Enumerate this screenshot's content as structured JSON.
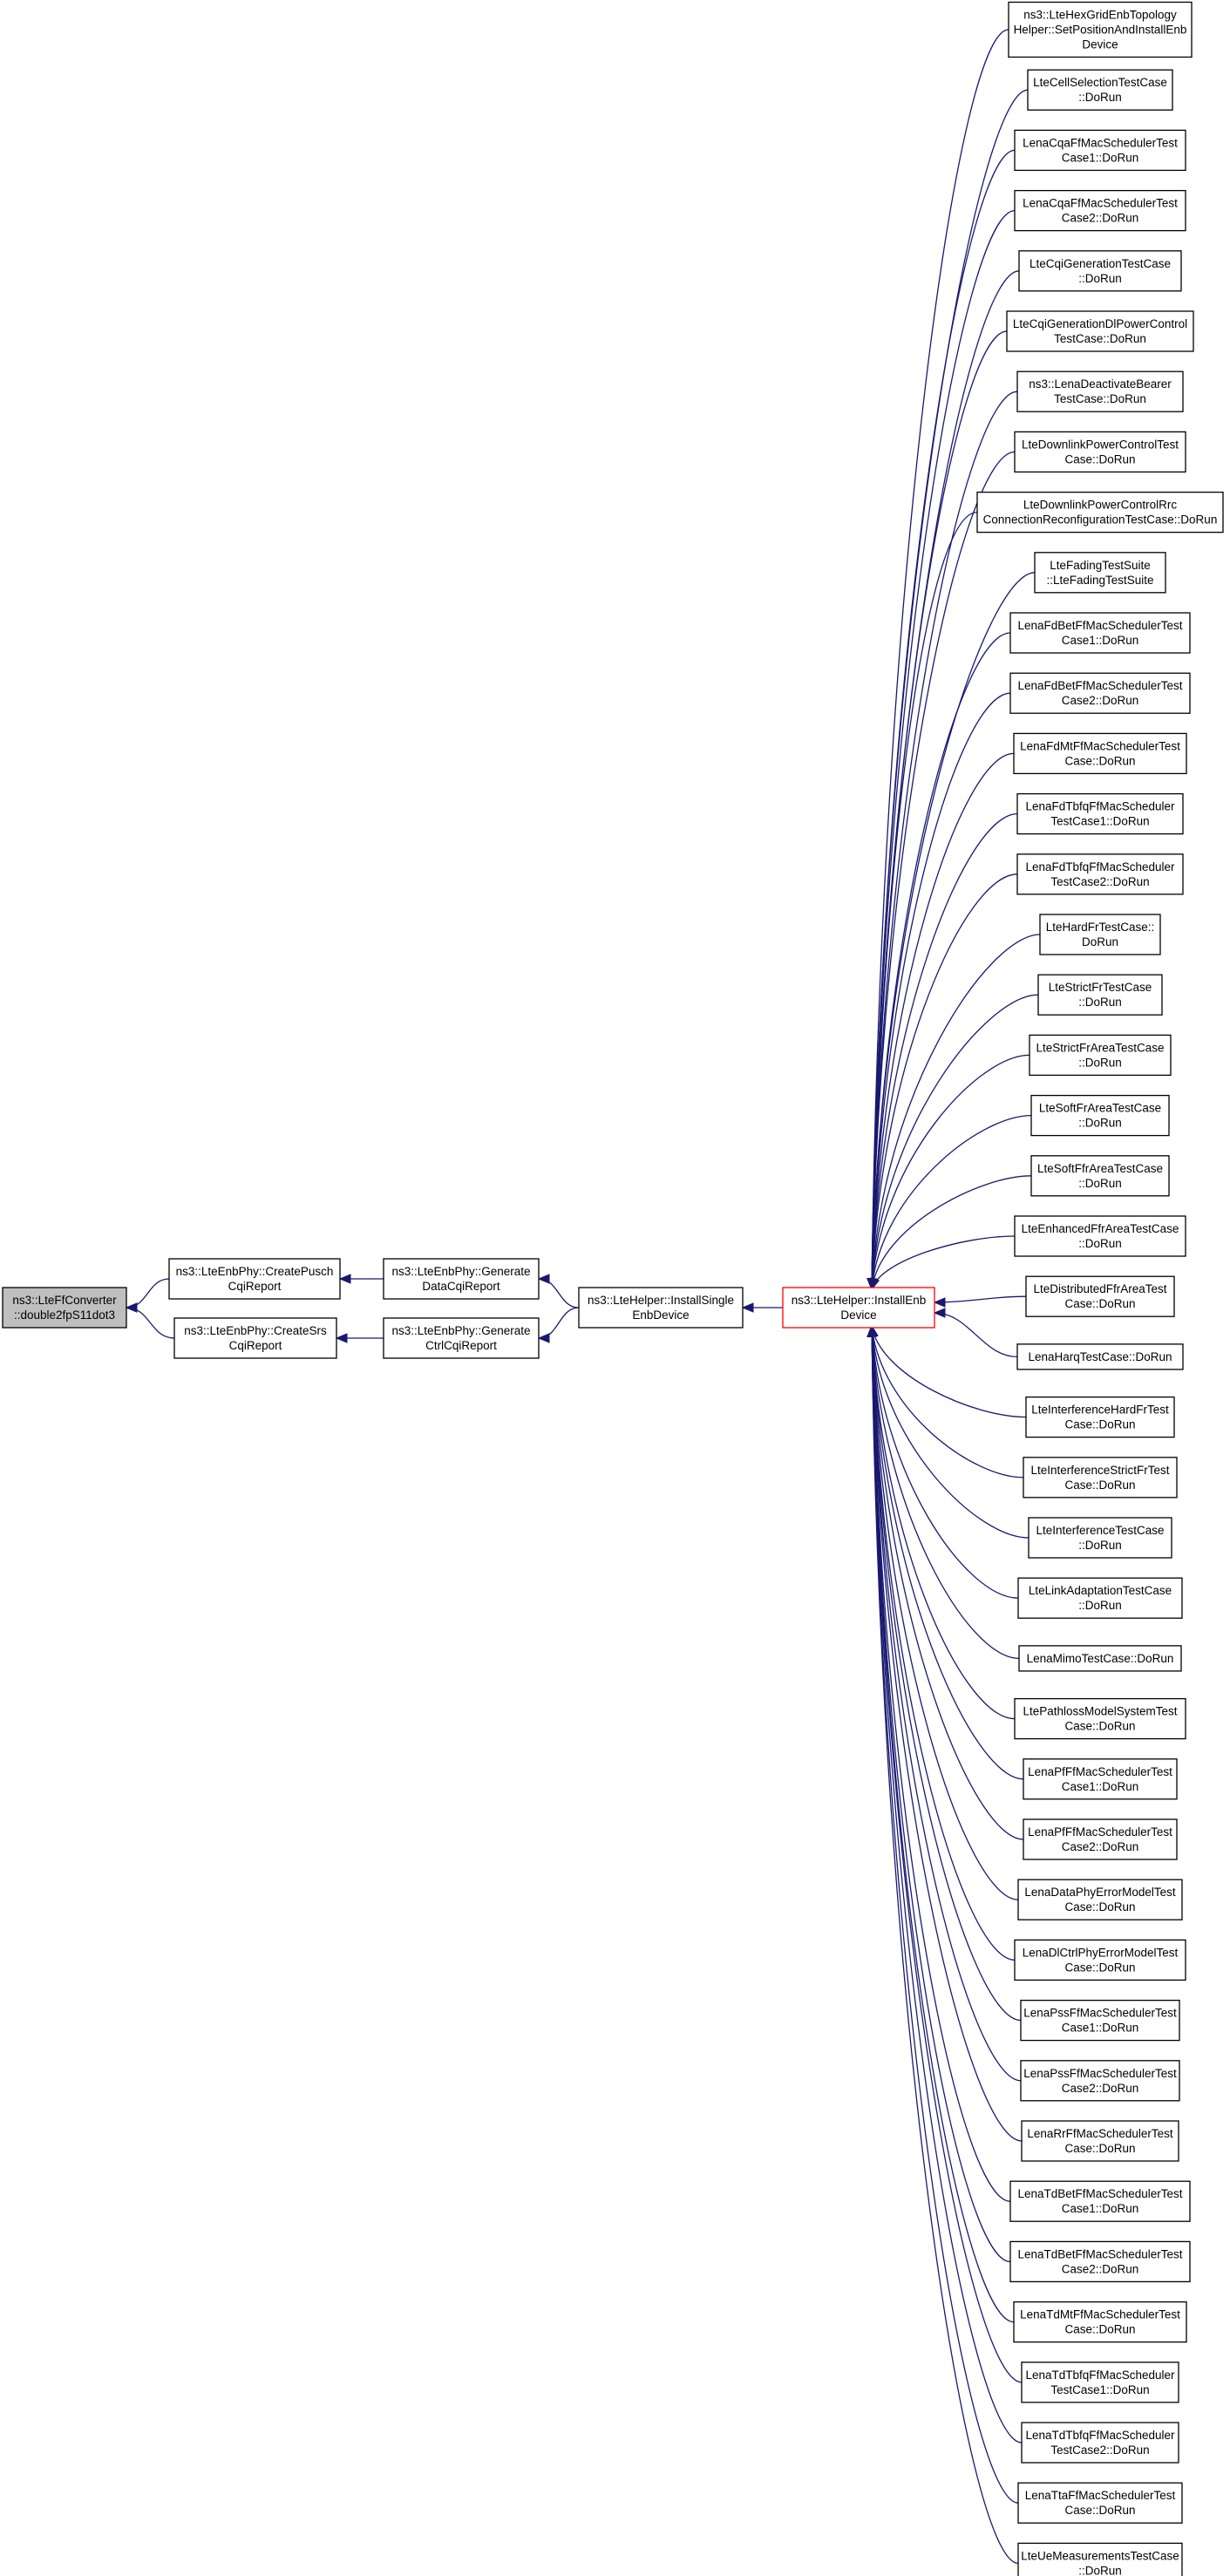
{
  "colors": {
    "edge": "#191970",
    "node_border": "#000000",
    "node_fill": "#ffffff",
    "root_fill": "#bfbfbf",
    "focus_border": "#ff0000",
    "text": "#000000"
  },
  "nodes": [
    {
      "id": "root",
      "lines": [
        "ns3::LteFfConverter",
        "::double2fpS11dot3"
      ],
      "style": "root"
    },
    {
      "id": "pusch",
      "lines": [
        "ns3::LteEnbPhy::CreatePusch",
        "CqiReport"
      ]
    },
    {
      "id": "srs",
      "lines": [
        "ns3::LteEnbPhy::CreateSrs",
        "CqiReport"
      ]
    },
    {
      "id": "gendata",
      "lines": [
        "ns3::LteEnbPhy::Generate",
        "DataCqiReport"
      ]
    },
    {
      "id": "genctrl",
      "lines": [
        "ns3::LteEnbPhy::Generate",
        "CtrlCqiReport"
      ]
    },
    {
      "id": "single",
      "lines": [
        "ns3::LteHelper::InstallSingle",
        "EnbDevice"
      ]
    },
    {
      "id": "install",
      "lines": [
        "ns3::LteHelper::InstallEnb",
        "Device"
      ],
      "style": "focus"
    },
    {
      "id": "c0",
      "lines": [
        "ns3::LteHexGridEnbTopology",
        "Helper::SetPositionAndInstallEnb",
        "Device"
      ]
    },
    {
      "id": "c1",
      "lines": [
        "LteCellSelectionTestCase",
        "::DoRun"
      ]
    },
    {
      "id": "c2",
      "lines": [
        "LenaCqaFfMacSchedulerTest",
        "Case1::DoRun"
      ]
    },
    {
      "id": "c3",
      "lines": [
        "LenaCqaFfMacSchedulerTest",
        "Case2::DoRun"
      ]
    },
    {
      "id": "c4",
      "lines": [
        "LteCqiGenerationTestCase",
        "::DoRun"
      ]
    },
    {
      "id": "c5",
      "lines": [
        "LteCqiGenerationDlPowerControl",
        "TestCase::DoRun"
      ]
    },
    {
      "id": "c6",
      "lines": [
        "ns3::LenaDeactivateBearer",
        "TestCase::DoRun"
      ]
    },
    {
      "id": "c7",
      "lines": [
        "LteDownlinkPowerControlTest",
        "Case::DoRun"
      ]
    },
    {
      "id": "c8",
      "lines": [
        "LteDownlinkPowerControlRrc",
        "ConnectionReconfigurationTestCase::DoRun"
      ]
    },
    {
      "id": "c9",
      "lines": [
        "LteFadingTestSuite",
        "::LteFadingTestSuite"
      ]
    },
    {
      "id": "c10",
      "lines": [
        "LenaFdBetFfMacSchedulerTest",
        "Case1::DoRun"
      ]
    },
    {
      "id": "c11",
      "lines": [
        "LenaFdBetFfMacSchedulerTest",
        "Case2::DoRun"
      ]
    },
    {
      "id": "c12",
      "lines": [
        "LenaFdMtFfMacSchedulerTest",
        "Case::DoRun"
      ]
    },
    {
      "id": "c13",
      "lines": [
        "LenaFdTbfqFfMacScheduler",
        "TestCase1::DoRun"
      ]
    },
    {
      "id": "c14",
      "lines": [
        "LenaFdTbfqFfMacScheduler",
        "TestCase2::DoRun"
      ]
    },
    {
      "id": "c15",
      "lines": [
        "LteHardFrTestCase::",
        "DoRun"
      ]
    },
    {
      "id": "c16",
      "lines": [
        "LteStrictFrTestCase",
        "::DoRun"
      ]
    },
    {
      "id": "c17",
      "lines": [
        "LteStrictFrAreaTestCase",
        "::DoRun"
      ]
    },
    {
      "id": "c18",
      "lines": [
        "LteSoftFrAreaTestCase",
        "::DoRun"
      ]
    },
    {
      "id": "c19",
      "lines": [
        "LteSoftFfrAreaTestCase",
        "::DoRun"
      ]
    },
    {
      "id": "c20",
      "lines": [
        "LteEnhancedFfrAreaTestCase",
        "::DoRun"
      ]
    },
    {
      "id": "c21",
      "lines": [
        "LteDistributedFfrAreaTest",
        "Case::DoRun"
      ]
    },
    {
      "id": "c22",
      "lines": [
        "LenaHarqTestCase::DoRun"
      ]
    },
    {
      "id": "c23",
      "lines": [
        "LteInterferenceHardFrTest",
        "Case::DoRun"
      ]
    },
    {
      "id": "c24",
      "lines": [
        "LteInterferenceStrictFrTest",
        "Case::DoRun"
      ]
    },
    {
      "id": "c25",
      "lines": [
        "LteInterferenceTestCase",
        "::DoRun"
      ]
    },
    {
      "id": "c26",
      "lines": [
        "LteLinkAdaptationTestCase",
        "::DoRun"
      ]
    },
    {
      "id": "c27",
      "lines": [
        "LenaMimoTestCase::DoRun"
      ]
    },
    {
      "id": "c28",
      "lines": [
        "LtePathlossModelSystemTest",
        "Case::DoRun"
      ]
    },
    {
      "id": "c29",
      "lines": [
        "LenaPfFfMacSchedulerTest",
        "Case1::DoRun"
      ]
    },
    {
      "id": "c30",
      "lines": [
        "LenaPfFfMacSchedulerTest",
        "Case2::DoRun"
      ]
    },
    {
      "id": "c31",
      "lines": [
        "LenaDataPhyErrorModelTest",
        "Case::DoRun"
      ]
    },
    {
      "id": "c32",
      "lines": [
        "LenaDlCtrlPhyErrorModelTest",
        "Case::DoRun"
      ]
    },
    {
      "id": "c33",
      "lines": [
        "LenaPssFfMacSchedulerTest",
        "Case1::DoRun"
      ]
    },
    {
      "id": "c34",
      "lines": [
        "LenaPssFfMacSchedulerTest",
        "Case2::DoRun"
      ]
    },
    {
      "id": "c35",
      "lines": [
        "LenaRrFfMacSchedulerTest",
        "Case::DoRun"
      ]
    },
    {
      "id": "c36",
      "lines": [
        "LenaTdBetFfMacSchedulerTest",
        "Case1::DoRun"
      ]
    },
    {
      "id": "c37",
      "lines": [
        "LenaTdBetFfMacSchedulerTest",
        "Case2::DoRun"
      ]
    },
    {
      "id": "c38",
      "lines": [
        "LenaTdMtFfMacSchedulerTest",
        "Case::DoRun"
      ]
    },
    {
      "id": "c39",
      "lines": [
        "LenaTdTbfqFfMacScheduler",
        "TestCase1::DoRun"
      ]
    },
    {
      "id": "c40",
      "lines": [
        "LenaTdTbfqFfMacScheduler",
        "TestCase2::DoRun"
      ]
    },
    {
      "id": "c41",
      "lines": [
        "LenaTtaFfMacSchedulerTest",
        "Case::DoRun"
      ]
    },
    {
      "id": "c42",
      "lines": [
        "LteUeMeasurementsTestCase",
        "::DoRun"
      ]
    }
  ],
  "edges": [
    {
      "from": "pusch",
      "to": "root"
    },
    {
      "from": "srs",
      "to": "root"
    },
    {
      "from": "gendata",
      "to": "pusch"
    },
    {
      "from": "genctrl",
      "to": "srs"
    },
    {
      "from": "single",
      "to": "gendata"
    },
    {
      "from": "single",
      "to": "genctrl"
    },
    {
      "from": "install",
      "to": "single"
    },
    {
      "from": "c0",
      "to": "install"
    },
    {
      "from": "c1",
      "to": "install"
    },
    {
      "from": "c2",
      "to": "install"
    },
    {
      "from": "c3",
      "to": "install"
    },
    {
      "from": "c4",
      "to": "install"
    },
    {
      "from": "c5",
      "to": "install"
    },
    {
      "from": "c6",
      "to": "install"
    },
    {
      "from": "c7",
      "to": "install"
    },
    {
      "from": "c8",
      "to": "install"
    },
    {
      "from": "c9",
      "to": "install"
    },
    {
      "from": "c10",
      "to": "install"
    },
    {
      "from": "c11",
      "to": "install"
    },
    {
      "from": "c12",
      "to": "install"
    },
    {
      "from": "c13",
      "to": "install"
    },
    {
      "from": "c14",
      "to": "install"
    },
    {
      "from": "c15",
      "to": "install"
    },
    {
      "from": "c16",
      "to": "install"
    },
    {
      "from": "c17",
      "to": "install"
    },
    {
      "from": "c18",
      "to": "install"
    },
    {
      "from": "c19",
      "to": "install"
    },
    {
      "from": "c20",
      "to": "install"
    },
    {
      "from": "c21",
      "to": "install"
    },
    {
      "from": "c22",
      "to": "install"
    },
    {
      "from": "c23",
      "to": "install"
    },
    {
      "from": "c24",
      "to": "install"
    },
    {
      "from": "c25",
      "to": "install"
    },
    {
      "from": "c26",
      "to": "install"
    },
    {
      "from": "c27",
      "to": "install"
    },
    {
      "from": "c28",
      "to": "install"
    },
    {
      "from": "c29",
      "to": "install"
    },
    {
      "from": "c30",
      "to": "install"
    },
    {
      "from": "c31",
      "to": "install"
    },
    {
      "from": "c32",
      "to": "install"
    },
    {
      "from": "c33",
      "to": "install"
    },
    {
      "from": "c34",
      "to": "install"
    },
    {
      "from": "c35",
      "to": "install"
    },
    {
      "from": "c36",
      "to": "install"
    },
    {
      "from": "c37",
      "to": "install"
    },
    {
      "from": "c38",
      "to": "install"
    },
    {
      "from": "c39",
      "to": "install"
    },
    {
      "from": "c40",
      "to": "install"
    },
    {
      "from": "c41",
      "to": "install"
    },
    {
      "from": "c42",
      "to": "install"
    }
  ]
}
